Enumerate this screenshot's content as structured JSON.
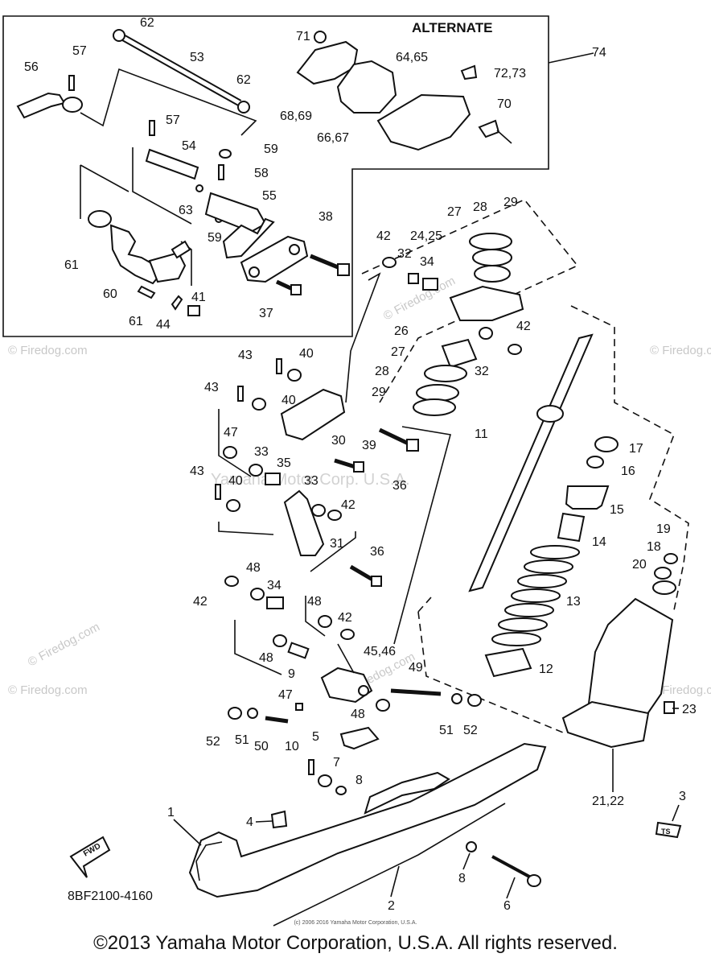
{
  "box_title": "ALTERNATE",
  "diagram_code": "8BF2100-4160",
  "fwd_label": "FWD",
  "tag_label": "TS",
  "footer": "©2013 Yamaha Motor Corporation, U.S.A. All rights reserved.",
  "tiny_credit": "(c) 2006 2016 Yamaha Motor Corporation, U.S.A.",
  "watermark_firedog": "© Firedog.com",
  "watermark_yamaha": "Yamaha Motor Corp. U.S.A.",
  "callouts": {
    "c1": "1",
    "c2": "2",
    "c3": "3",
    "c4": "4",
    "c5": "5",
    "c6": "6",
    "c7": "7",
    "c8a": "8",
    "c8b": "8",
    "c9": "9",
    "c10": "10",
    "c11": "11",
    "c12": "12",
    "c13": "13",
    "c14": "14",
    "c15": "15",
    "c16": "16",
    "c17": "17",
    "c18": "18",
    "c19": "19",
    "c20": "20",
    "c21_22": "21,22",
    "c23": "23",
    "c24_25": "24,25",
    "c26": "26",
    "c27a": "27",
    "c27b": "27",
    "c28a": "28",
    "c28b": "28",
    "c29a": "29",
    "c29b": "29",
    "c30": "30",
    "c31": "31",
    "c32a": "32",
    "c32b": "32",
    "c33a": "33",
    "c33b": "33",
    "c34a": "34",
    "c34b": "34",
    "c35": "35",
    "c36a": "36",
    "c36b": "36",
    "c37": "37",
    "c38": "38",
    "c39": "39",
    "c40a": "40",
    "c40b": "40",
    "c40c": "40",
    "c41": "41",
    "c42a": "42",
    "c42b": "42",
    "c42c": "42",
    "c42d": "42",
    "c42e": "42",
    "c43a": "43",
    "c43b": "43",
    "c43c": "43",
    "c44": "44",
    "c45_46": "45,46",
    "c47a": "47",
    "c47b": "47",
    "c48a": "48",
    "c48b": "48",
    "c48c": "48",
    "c48d": "48",
    "c49": "49",
    "c50": "50",
    "c51a": "51",
    "c51b": "51",
    "c52a": "52",
    "c52b": "52",
    "c53": "53",
    "c54": "54",
    "c55": "55",
    "c56": "56",
    "c57a": "57",
    "c57b": "57",
    "c58": "58",
    "c59a": "59",
    "c59b": "59",
    "c60": "60",
    "c61a": "61",
    "c61b": "61",
    "c62a": "62",
    "c62b": "62",
    "c63": "63",
    "c64_65": "64,65",
    "c66_67": "66,67",
    "c68_69": "68,69",
    "c70": "70",
    "c71": "71",
    "c72_73": "72,73",
    "c74": "74"
  }
}
